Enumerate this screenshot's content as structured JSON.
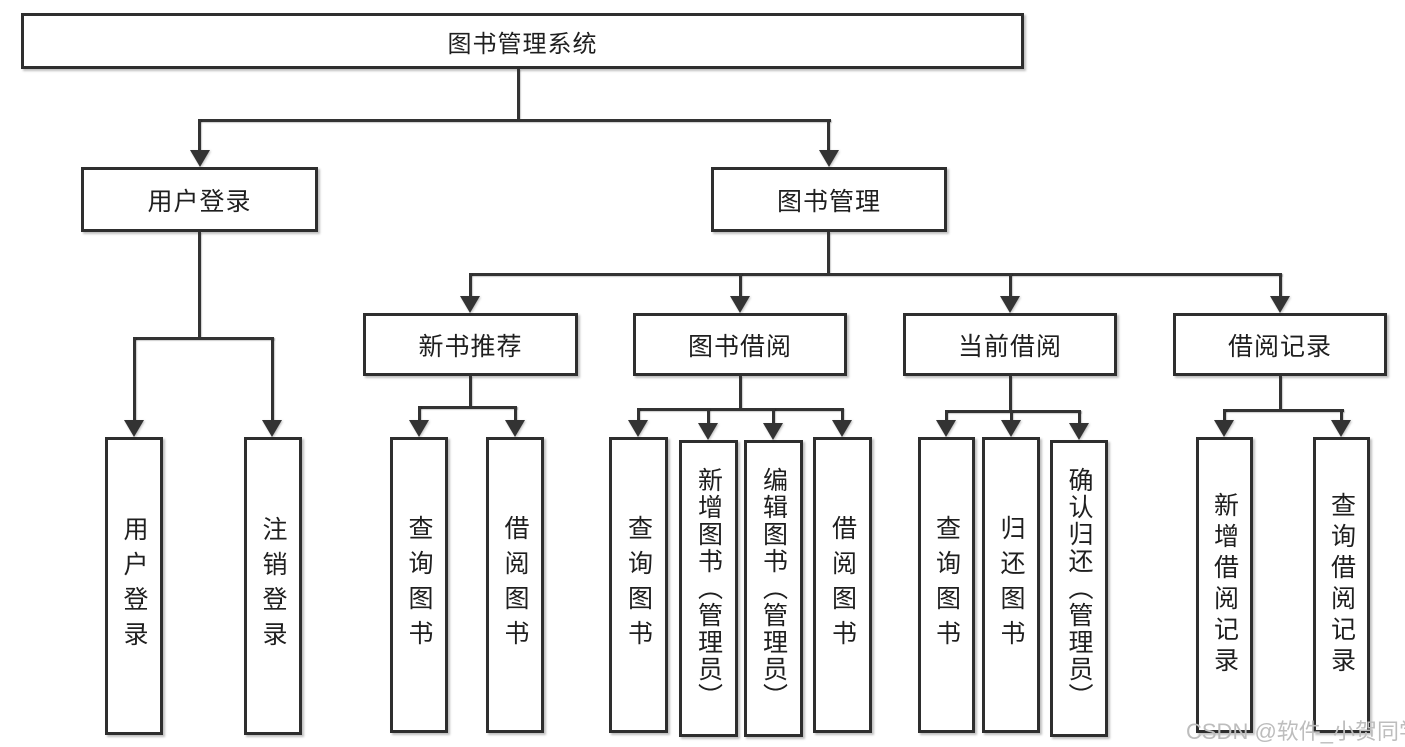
{
  "diagram": {
    "root": {
      "label": "图书管理系统"
    },
    "branches": {
      "user_login": {
        "label": "用户登录",
        "children": [
          {
            "label": "用户登录"
          },
          {
            "label": "注销登录"
          }
        ]
      },
      "book_mgmt": {
        "label": "图书管理",
        "sections": [
          {
            "label": "新书推荐",
            "children": [
              {
                "label": "查询图书"
              },
              {
                "label": "借阅图书"
              }
            ]
          },
          {
            "label": "图书借阅",
            "children": [
              {
                "label": "查询图书"
              },
              {
                "label": "新增图书（管理员）"
              },
              {
                "label": "编辑图书（管理员）"
              },
              {
                "label": "借阅图书"
              }
            ]
          },
          {
            "label": "当前借阅",
            "children": [
              {
                "label": "查询图书"
              },
              {
                "label": "归还图书"
              },
              {
                "label": "确认归还（管理员）"
              }
            ]
          },
          {
            "label": "借阅记录",
            "children": [
              {
                "label": "新增借阅记录"
              },
              {
                "label": "查询借阅记录"
              }
            ]
          }
        ]
      }
    }
  },
  "watermark": {
    "text": "CSDN @软件_小贺同学"
  },
  "colors": {
    "line": "#333333",
    "border": "#2e2e2e",
    "text": "#1f1f1f",
    "background": "#ffffff",
    "watermark": "#bdbdbd"
  }
}
